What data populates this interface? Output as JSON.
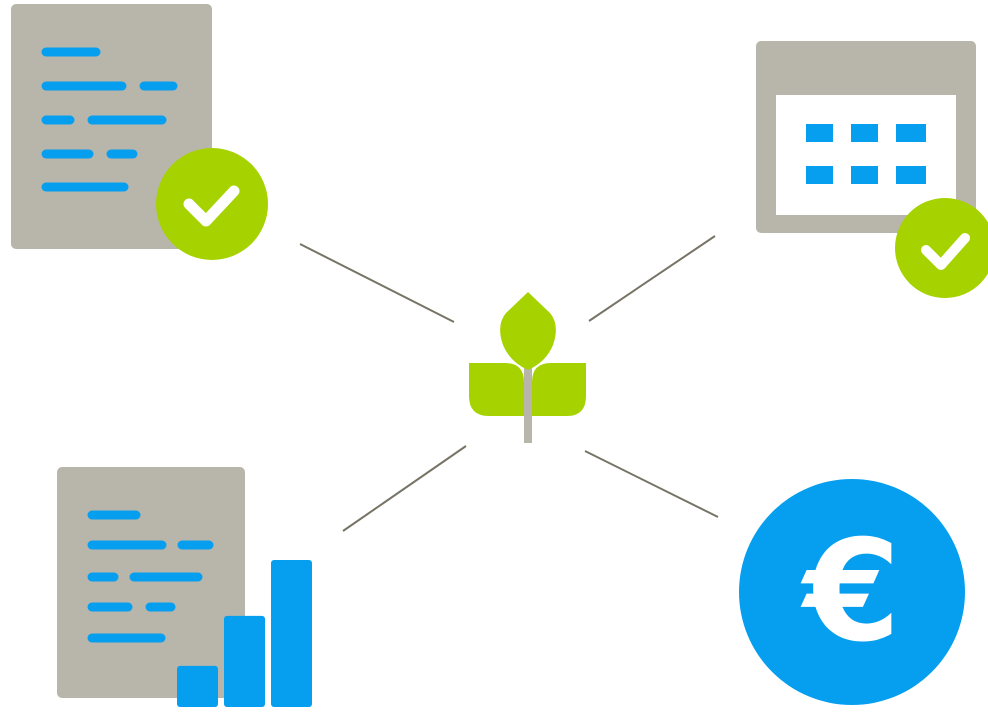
{
  "colors": {
    "accent_blue": "#069FEF",
    "accent_green": "#A6D200",
    "paper_gray": "#B8B6AB",
    "connector": "#777466",
    "background": "#FFFFFF"
  },
  "nodes": [
    {
      "id": "checked-document",
      "icons": [
        "document-icon",
        "checkmark-icon"
      ]
    },
    {
      "id": "checked-calendar",
      "icons": [
        "calendar-icon",
        "checkmark-icon"
      ]
    },
    {
      "id": "report-bar-chart",
      "icons": [
        "document-icon",
        "bar-chart-icon"
      ],
      "bar_levels": [
        0.28,
        0.62,
        1.0
      ]
    },
    {
      "id": "euro-coin",
      "icons": [
        "euro-icon"
      ],
      "symbol": "€"
    }
  ],
  "center": {
    "icon": "plant-sprout-icon"
  }
}
